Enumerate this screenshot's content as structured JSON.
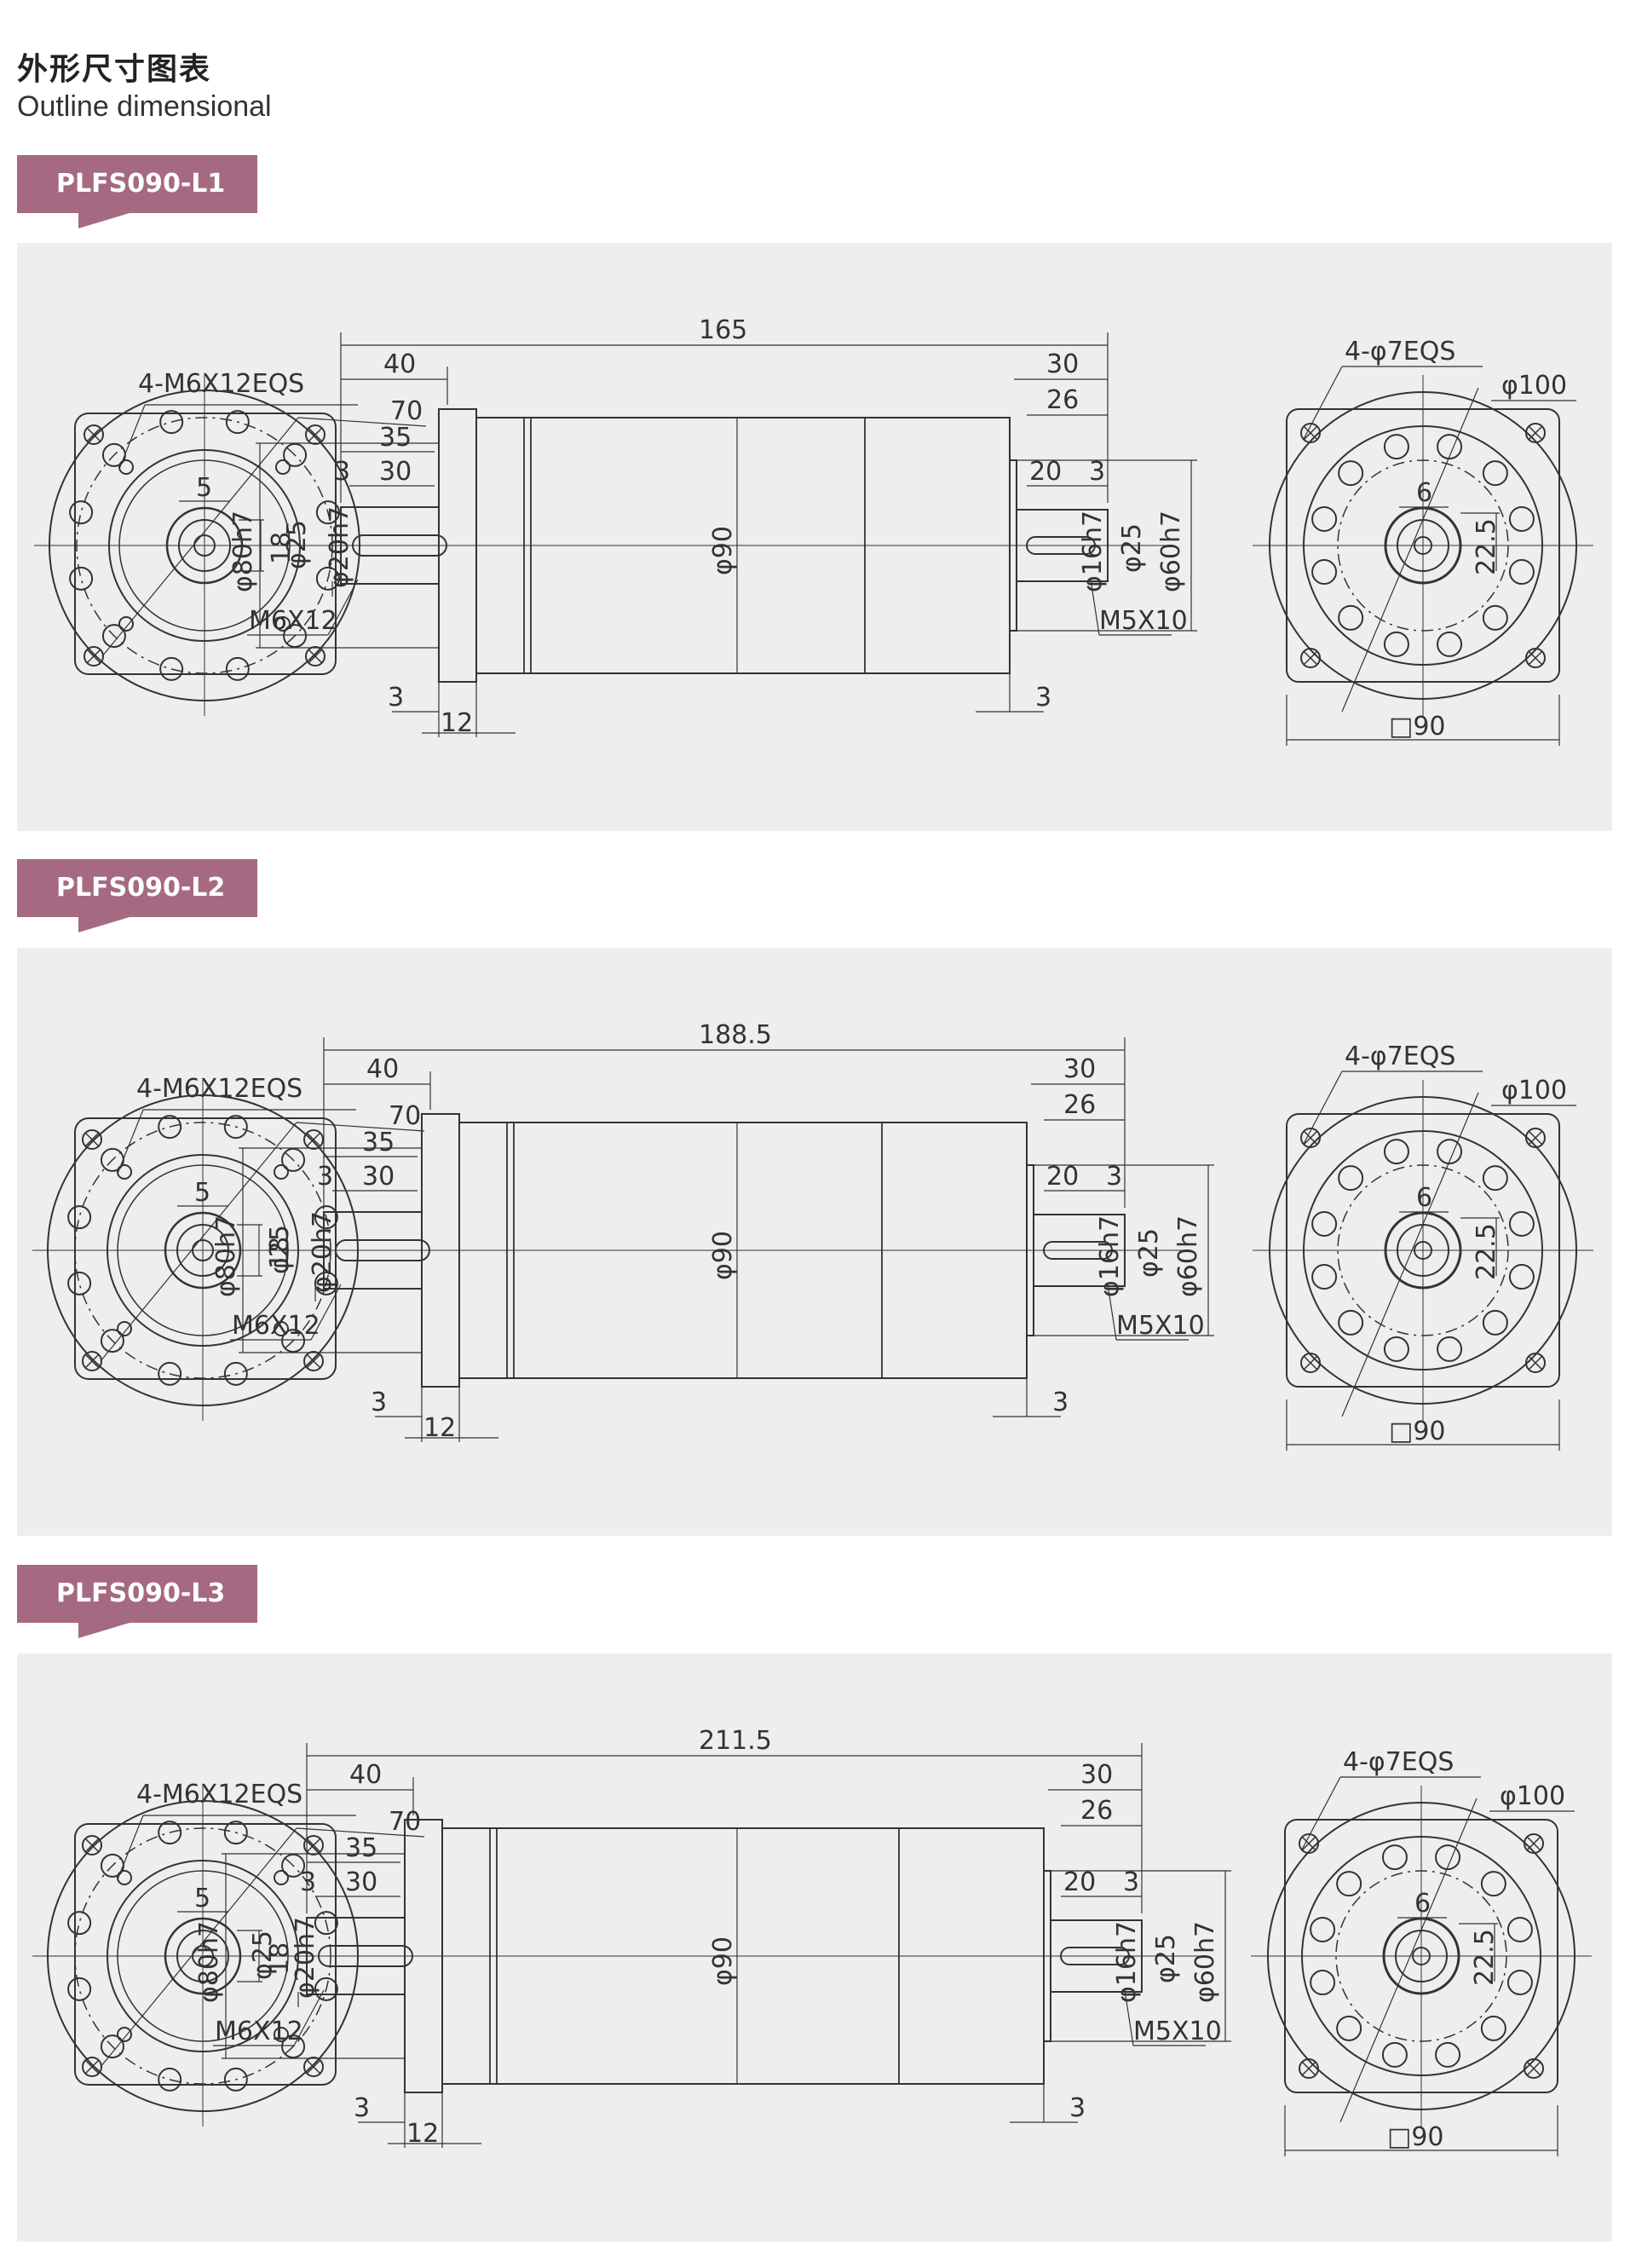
{
  "heading": {
    "cn": "外形尺寸图表",
    "en": "Outline dimensional"
  },
  "sections": [
    {
      "model": "PLFS090-L1",
      "total_length": "165",
      "dims": {
        "flange_hole": "4-M6X12EQS",
        "pcd_in": "70",
        "key_in": "5",
        "shaft_h_in": "18",
        "in_len_a": "40",
        "in_len_b": "35",
        "in_len_c": "30",
        "in_len_d": "3",
        "dia_80": "φ80h7",
        "dia_25": "φ25",
        "dia_20": "φ20h7",
        "thread_in": "M6X12",
        "dia_90": "φ90",
        "gap_3a": "3",
        "len_12": "12",
        "out_len_a": "30",
        "out_len_b": "26",
        "out_len_c": "20",
        "out_len_d": "3",
        "dia_16": "φ16h7",
        "dia_25b": "φ25",
        "dia_60": "φ60h7",
        "thread_out": "M5X10",
        "gap_3b": "3",
        "out_hole": "4-φ7EQS",
        "dia_100": "φ100",
        "key_out": "6",
        "shaft_h_out": "22.5",
        "square": "□90"
      }
    },
    {
      "model": "PLFS090-L2",
      "total_length": "188.5",
      "dims": {
        "flange_hole": "4-M6X12EQS",
        "pcd_in": "70",
        "key_in": "5",
        "shaft_h_in": "18",
        "in_len_a": "40",
        "in_len_b": "35",
        "in_len_c": "30",
        "in_len_d": "3",
        "dia_80": "φ80h7",
        "dia_25": "φ25",
        "dia_20": "φ20h7",
        "thread_in": "M6X12",
        "dia_90": "φ90",
        "gap_3a": "3",
        "len_12": "12",
        "out_len_a": "30",
        "out_len_b": "26",
        "out_len_c": "20",
        "out_len_d": "3",
        "dia_16": "φ16h7",
        "dia_25b": "φ25",
        "dia_60": "φ60h7",
        "thread_out": "M5X10",
        "gap_3b": "3",
        "out_hole": "4-φ7EQS",
        "dia_100": "φ100",
        "key_out": "6",
        "shaft_h_out": "22.5",
        "square": "□90"
      }
    },
    {
      "model": "PLFS090-L3",
      "total_length": "211.5",
      "dims": {
        "flange_hole": "4-M6X12EQS",
        "pcd_in": "70",
        "key_in": "5",
        "shaft_h_in": "18",
        "in_len_a": "40",
        "in_len_b": "35",
        "in_len_c": "30",
        "in_len_d": "3",
        "dia_80": "φ80h7",
        "dia_25": "φ25",
        "dia_20": "φ20h7",
        "thread_in": "M6X12",
        "dia_90": "φ90",
        "gap_3a": "3",
        "len_12": "12",
        "out_len_a": "30",
        "out_len_b": "26",
        "out_len_c": "20",
        "out_len_d": "3",
        "dia_16": "φ16h7",
        "dia_25b": "φ25",
        "dia_60": "φ60h7",
        "thread_out": "M5X10",
        "gap_3b": "3",
        "out_hole": "4-φ7EQS",
        "dia_100": "φ100",
        "key_out": "6",
        "shaft_h_out": "22.5",
        "square": "□90"
      }
    }
  ],
  "colors": {
    "tag": "#a56a82",
    "panel": "#eeeeee",
    "line": "#333333"
  }
}
